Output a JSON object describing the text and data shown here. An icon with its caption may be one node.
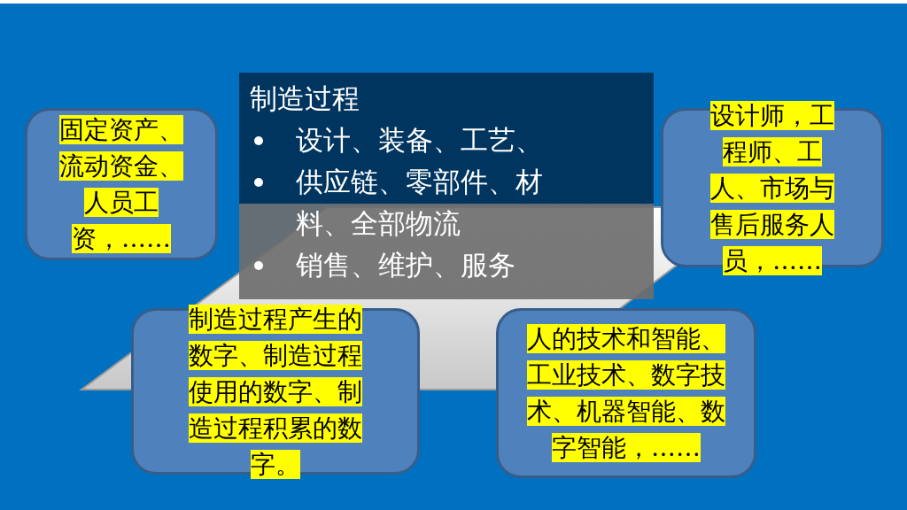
{
  "diagram": {
    "nodes": [
      {
        "text": [
          "固定资产、流动资金、人员工资，……"
        ]
      },
      {
        "text": [
          "制造过程",
          "设计、装备、工艺、",
          "供应链、零部件、材料、全部物流",
          "销售、维护、服务"
        ]
      },
      {
        "text": [
          "设计师，工程师、工人、市场与售后服务人员，……"
        ]
      },
      {
        "text": [
          "制造过程产生的数字、制造过程使用的数字、制造过程积累的数字。"
        ]
      },
      {
        "text": [
          "人的技术和智能、工业技术、数字技术、机器智能、数字智能，……"
        ]
      }
    ],
    "edges": []
  }
}
